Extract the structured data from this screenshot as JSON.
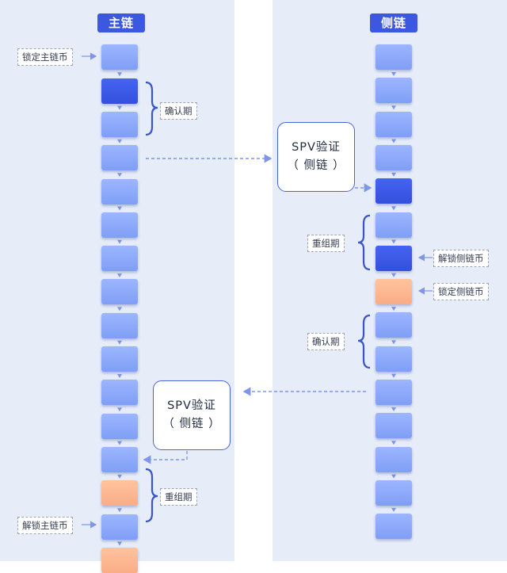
{
  "main_chain": {
    "title": "主链",
    "blocks": [
      "light",
      "dark",
      "light",
      "light",
      "light",
      "light",
      "light",
      "light",
      "light",
      "light",
      "light",
      "light",
      "light",
      "orange",
      "light",
      "orange"
    ],
    "labels": {
      "lock": "锁定主链币",
      "confirm": "确认期",
      "reorg": "重组期",
      "unlock": "解锁主链币"
    }
  },
  "side_chain": {
    "title": "侧链",
    "blocks": [
      "light",
      "light",
      "light",
      "light",
      "dark",
      "light",
      "dark",
      "orange",
      "light",
      "light",
      "light",
      "light",
      "light",
      "light",
      "light"
    ],
    "labels": {
      "reorg": "重组期",
      "unlock": "解锁侧链币",
      "lock": "锁定侧链币",
      "confirm": "确认期"
    }
  },
  "spv_top": {
    "line1": "SPV验证",
    "line2": "（ 侧链 ）"
  },
  "spv_bottom": {
    "line1": "SPV验证",
    "line2": "（ 侧链 ）"
  },
  "colors": {
    "lane": "#e6ecf8",
    "block_light": "#8fa9fa",
    "block_dark": "#3c57e0",
    "block_orange": "#fbb58f",
    "accent": "#3c57e0",
    "arrow": "#7f96e8"
  }
}
